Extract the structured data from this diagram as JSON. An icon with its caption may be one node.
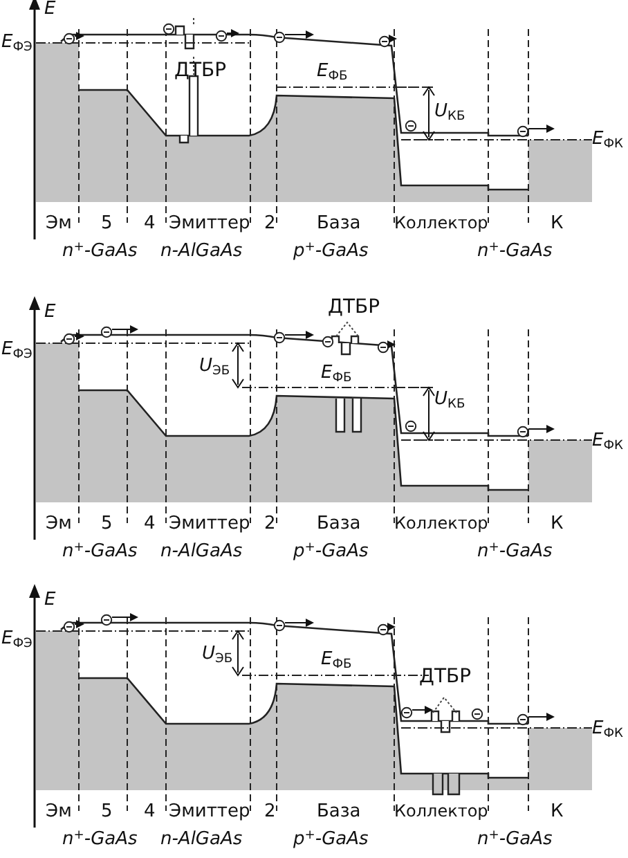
{
  "diagram": {
    "labels": [
      "*E*",
      "*E*$_{ФЭ}$",
      "ДТБР",
      "*E*$_{ФБ}$",
      "*U*$_{КБ}$",
      "*E*$_{ФК}$",
      "Эм",
      "5",
      "4",
      "Эмиттер",
      "2",
      "База",
      "Коллектор",
      "К",
      "n$^{+}$-GaAs",
      "n-AlGaAs",
      "p$^{+}$-GaAs",
      "n$^{+}$-GaAs",
      "*E*",
      "ДТБР",
      "*E*$_{ФЭ}$",
      "*U*$_{ЭБ}$",
      "*E*$_{ФБ}$",
      "*U*$_{КБ}$",
      "*E*$_{ФК}$",
      "Эм",
      "5",
      "4",
      "Эмиттер",
      "2",
      "База",
      "Коллектор",
      "К",
      "n$^{+}$-GaAs",
      "n-AlGaAs",
      "p$^{+}$-GaAs",
      "n$^{+}$-GaAs",
      "*E*",
      "*E*$_{ФЭ}$",
      "*U*$_{ЭБ}$",
      "*E*$_{ФБ}$",
      "ДТБР",
      "*E*$_{ФК}$",
      "Эм",
      "5",
      "4",
      "Эмиттер",
      "2",
      "База",
      "Коллектор",
      "К",
      "n$^{+}$-GaAs",
      "n-AlGaAs",
      "p$^{+}$-GaAs",
      "n$^{+}$-GaAs"
    ]
  }
}
